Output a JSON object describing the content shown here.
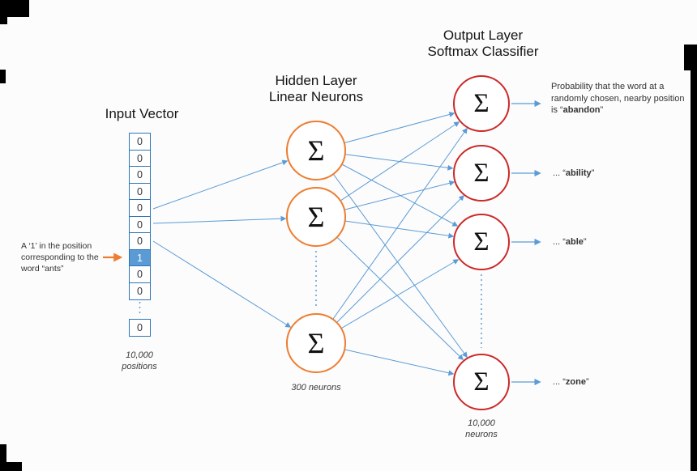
{
  "colors": {
    "cell_border": "#2e75b6",
    "cell_hot_bg": "#5b9bd5",
    "wire_blue": "#5b9bd5",
    "hidden_circle": "#ed7d31",
    "output_circle": "#cc2a29",
    "annotation_arrow": "#ed7d31"
  },
  "input": {
    "title": "Input Vector",
    "cells": [
      "0",
      "0",
      "0",
      "0",
      "0",
      "0",
      "0",
      "1",
      "0",
      "0"
    ],
    "tail_cell": "0",
    "count_line1": "10,000",
    "count_line2": "positions",
    "annotation_line1": "A ‘1’ in the position",
    "annotation_line2": "corresponding to the",
    "annotation_line3": "word “ants”"
  },
  "hidden": {
    "title_line1": "Hidden Layer",
    "title_line2": "Linear Neurons",
    "sigma": "Σ",
    "count_label": "300 neurons"
  },
  "output": {
    "title_line1": "Output Layer",
    "title_line2": "Softmax Classifier",
    "sigma": "Σ",
    "count_line1": "10,000",
    "count_line2": "neurons",
    "labels": [
      {
        "prefix": "Probability that the word at a randomly chosen, nearby position is “",
        "word": "abandon",
        "suffix": "”"
      },
      {
        "prefix": "... “",
        "word": "ability",
        "suffix": "”"
      },
      {
        "prefix": "... “",
        "word": "able",
        "suffix": "”"
      },
      {
        "prefix": "... “",
        "word": "zone",
        "suffix": "”"
      }
    ]
  }
}
